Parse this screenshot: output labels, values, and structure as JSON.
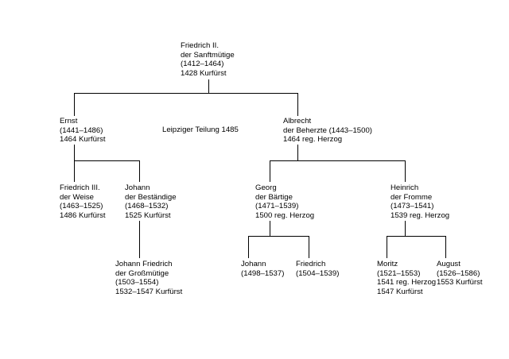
{
  "division_label": "Leipziger Teilung 1485",
  "persons": {
    "friedrich_ii": [
      "Friedrich II.",
      "der Sanftmütige",
      "(1412–1464)",
      "1428 Kurfürst"
    ],
    "ernst": [
      "Ernst",
      "(1441–1486)",
      "1464 Kurfürst"
    ],
    "albrecht": [
      "Albrecht",
      "der Beherzte (1443–1500)",
      "1464 reg. Herzog"
    ],
    "friedrich_iii": [
      "Friedrich III.",
      "der Weise",
      "(1463–1525)",
      "1486 Kurfürst"
    ],
    "johann_bestaendige": [
      "Johann",
      "der Beständige",
      "(1468–1532)",
      "1525 Kurfürst"
    ],
    "georg": [
      "Georg",
      "der Bärtige",
      "(1471–1539)",
      "1500 reg. Herzog"
    ],
    "heinrich": [
      "Heinrich",
      "der Fromme",
      "(1473–1541)",
      "1539 reg. Herzog"
    ],
    "johann_friedrich": [
      "Johann Friedrich",
      "der Großmütige",
      "(1503–1554)",
      "1532–1547 Kurfürst"
    ],
    "johann_georg_son": [
      "Johann",
      "(1498–1537)"
    ],
    "friedrich_georg_son": [
      "Friedrich",
      "(1504–1539)"
    ],
    "moritz": [
      "Moritz",
      "(1521–1553)",
      "1541 reg. Herzog",
      "1547 Kurfürst"
    ],
    "august": [
      "August",
      "(1526–1586)",
      "1553 Kurfürst"
    ]
  }
}
